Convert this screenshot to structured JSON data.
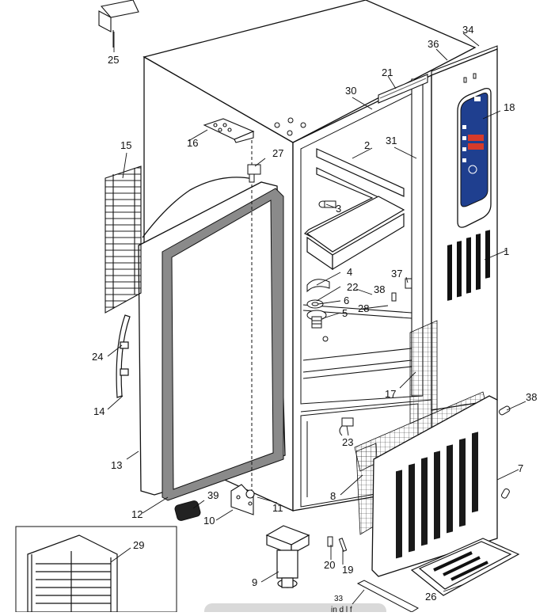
{
  "diagram": {
    "callouts": [
      "1",
      "2",
      "3",
      "4",
      "5",
      "6",
      "7",
      "8",
      "9",
      "10",
      "11",
      "12",
      "13",
      "14",
      "15",
      "16",
      "17",
      "18",
      "19",
      "20",
      "21",
      "22",
      "23",
      "24",
      "25",
      "26",
      "27",
      "28",
      "29",
      "30",
      "31",
      "33",
      "34",
      "36",
      "37",
      "38",
      "38",
      "39"
    ],
    "partial_label": "in   d l f",
    "colors": {
      "line": "#111111",
      "panel_blue": "#1f3f8f",
      "panel_red": "#d63a2a",
      "gasket": "#8a8a8a",
      "grill_dark": "#1a1a1a"
    }
  }
}
